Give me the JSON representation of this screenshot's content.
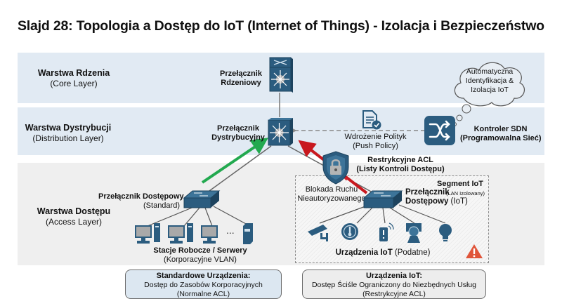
{
  "slide": {
    "title": "Slajd 28: Topologia a Dostęp do IoT (Internet of Things) - Izolacja i Bezpieczeństwo"
  },
  "layers": [
    {
      "name": "Warstwa Rdzenia",
      "subtitle": "(Core Layer)"
    },
    {
      "name": "Warstwa Dystrybucji",
      "subtitle": "(Distribution Layer)"
    },
    {
      "name": "Warstwa Dostępu",
      "subtitle": "(Access Layer)"
    }
  ],
  "nodes": {
    "core_switch": {
      "line1": "Przełącznik",
      "line2": "Rdzeniowy",
      "icon": "multilayer-switch-icon"
    },
    "dist_switch": {
      "line1": "Przełącznik",
      "line2": "Dystrybucyjny",
      "icon": "multilayer-switch-icon"
    },
    "sdn_controller": {
      "line1": "Kontroler SDN",
      "line2": "(Programowalna Sieć)",
      "icon": "shuffle-icon"
    },
    "std_access_switch": {
      "line1": "Przełącznik Dostępowy",
      "line2": "(Standard)",
      "icon": "access-switch-icon"
    },
    "iot_access_switch": {
      "line1": "Przełącznik",
      "line2_bold": "Dostępowy",
      "line2_rest": " (IoT)",
      "icon": "access-switch-icon"
    }
  },
  "cloud": {
    "line1": "Automatyczna",
    "line2": "Identyfikacja &",
    "line3": "Izolacja IoT"
  },
  "policy": {
    "line1": "Wdrożenie Polityk",
    "line2": "(Push Policy)",
    "icon": "document-check-icon"
  },
  "acl": {
    "line1": "Restrykcyjne ACL",
    "line2": "(Listy Kontroli Dostępu)",
    "icon": "shield-lock-icon"
  },
  "block": {
    "line1": "Blokada Ruchu",
    "line2": "Nieautoryzowanego"
  },
  "iot_segment": {
    "title": "Segment IoT",
    "subtitle": "(LAN Izolowany)"
  },
  "workstations": {
    "line1": "Stacje Robocze / Serwery",
    "line2": "(Korporacyjne VLAN)",
    "ellipsis": "..."
  },
  "iot_devices": {
    "label_bold": "Urządzenia IoT",
    "label_rest": " (Podatne)",
    "icons": [
      "security-camera-icon",
      "thermostat-icon",
      "smart-sensor-icon",
      "webcam-icon",
      "smart-bulb-icon"
    ]
  },
  "notes": {
    "standard": {
      "title": "Standardowe Urządzenia:",
      "line1": "Dostęp do Zasobów Korporacyjnych",
      "line2": "(Normalne ACL)"
    },
    "iot": {
      "title": "Urządzenia IoT:",
      "line1": "Dostęp Ściśle Ograniczony do Niezbędnych Usług",
      "line2": "(Restrykcyjne ACL)"
    }
  },
  "colors": {
    "device_blue": "#2b5c7f",
    "allowed_green": "#22a94f",
    "blocked_red": "#c8181e",
    "warning_orange": "#e0553a",
    "band_blue": "#e1eaf3",
    "band_gray": "#efefef"
  }
}
